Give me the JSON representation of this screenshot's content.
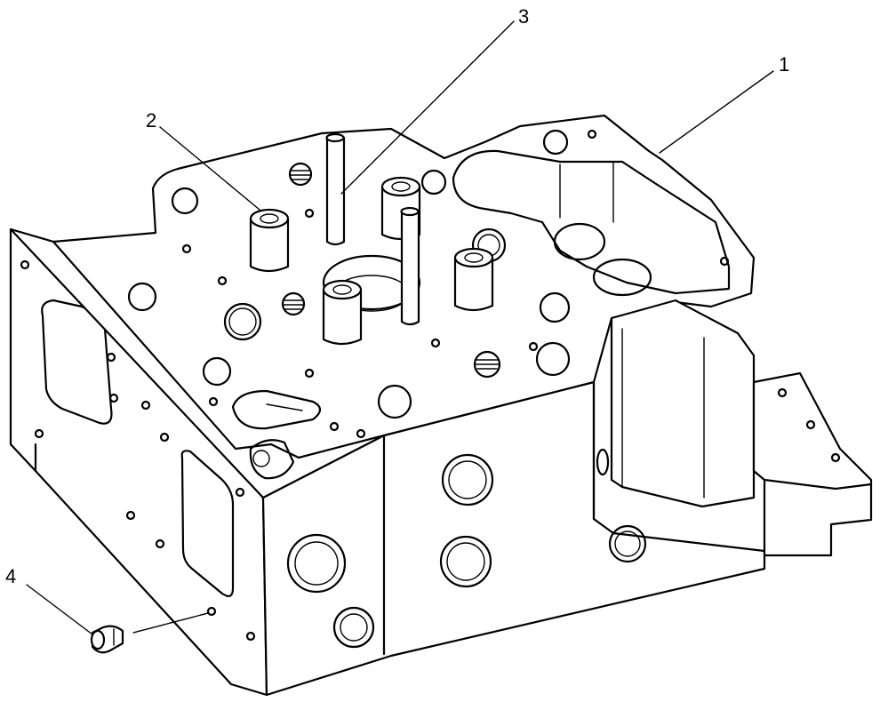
{
  "callouts": [
    {
      "id": "1",
      "label": "1",
      "part": "cylinder-head"
    },
    {
      "id": "2",
      "label": "2",
      "part": "valve-guide"
    },
    {
      "id": "3",
      "label": "3",
      "part": "stud"
    },
    {
      "id": "4",
      "label": "4",
      "part": "plug"
    }
  ],
  "colors": {
    "line": "#000000",
    "background": "#ffffff"
  }
}
